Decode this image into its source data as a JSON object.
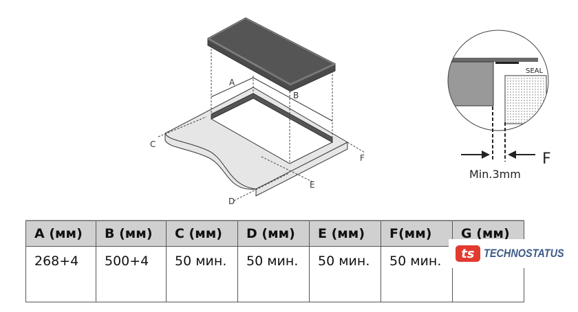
{
  "diagram": {
    "labels": {
      "a": "A",
      "b": "B",
      "c": "C",
      "d": "D",
      "e": "E",
      "f": "F"
    },
    "detail": {
      "seal": "SEAL",
      "f_label": "F",
      "min_gap": "Min.3mm"
    }
  },
  "table": {
    "headers": [
      "A (мм)",
      "B (мм)",
      "C (мм)",
      "D (мм)",
      "E (мм)",
      "F(мм)",
      "G (мм)"
    ],
    "values": [
      "268+4",
      "500+4",
      "50 мин.",
      "50 мин.",
      "50 мин.",
      "50 мин.",
      ""
    ]
  },
  "logo": {
    "mark": "ts",
    "text": "TECHNOSTATUS"
  }
}
